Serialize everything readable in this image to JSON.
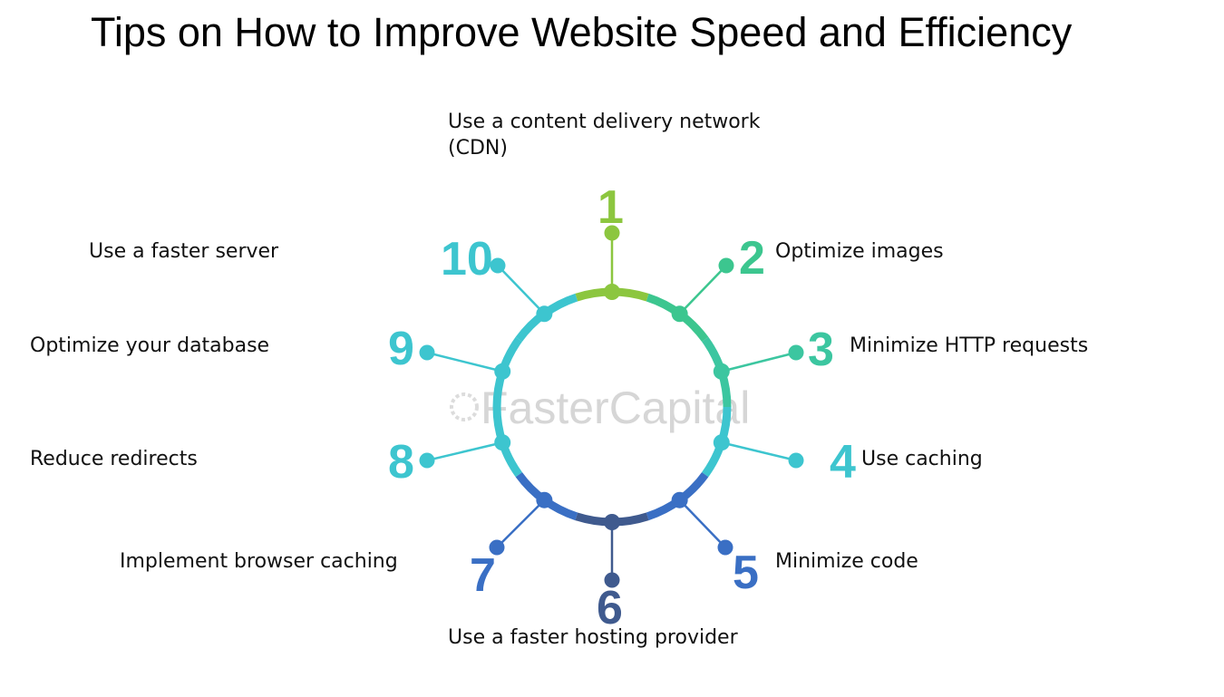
{
  "title": "Tips on How to Improve Website Speed and Efficiency",
  "watermark": "FasterCapital",
  "steps": [
    {
      "number": "1",
      "label": "Use a content delivery network (CDN)",
      "color": "#8cc63f"
    },
    {
      "number": "2",
      "label": "Optimize images",
      "color": "#3cc68f"
    },
    {
      "number": "3",
      "label": "Minimize HTTP requests",
      "color": "#3cc6a0"
    },
    {
      "number": "4",
      "label": "Use caching",
      "color": "#3dc5cf"
    },
    {
      "number": "5",
      "label": "Minimize code",
      "color": "#3a6fc4"
    },
    {
      "number": "6",
      "label": "Use a faster hosting provider",
      "color": "#3f5a8e"
    },
    {
      "number": "7",
      "label": "Implement browser caching",
      "color": "#3a6fc4"
    },
    {
      "number": "8",
      "label": "Reduce redirects",
      "color": "#3dc5cf"
    },
    {
      "number": "9",
      "label": "Optimize your database",
      "color": "#3dc5cf"
    },
    {
      "number": "10",
      "label": "Use a faster server",
      "color": "#3dc5cf"
    }
  ]
}
